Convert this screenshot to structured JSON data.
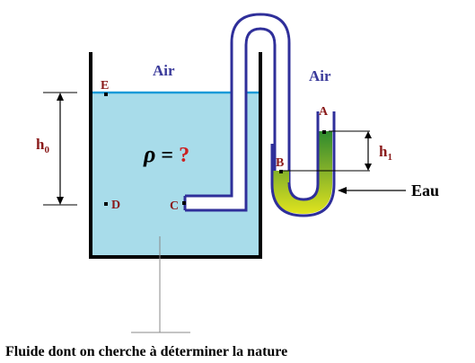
{
  "labels": {
    "air_left": "Air",
    "air_right": "Air",
    "point_a": "A",
    "point_b": "B",
    "point_c": "C",
    "point_d": "D",
    "point_e": "E",
    "h0": "h",
    "h0_sub": "0",
    "h1": "h",
    "h1_sub": "1",
    "rho": "ρ",
    "equals": " = ",
    "question": "?",
    "eau": "Eau",
    "caption": "Fluide dont on cherche à déterminer la nature"
  },
  "colors": {
    "fluid": "#a8dcea",
    "surface_line": "#1a9ad8",
    "tube_outline": "#2f2f9a",
    "water_top": "#2e8a2e",
    "water_bottom": "#d8e020",
    "labels_red": "#8a1a1a",
    "question_mark": "#cc2020"
  }
}
